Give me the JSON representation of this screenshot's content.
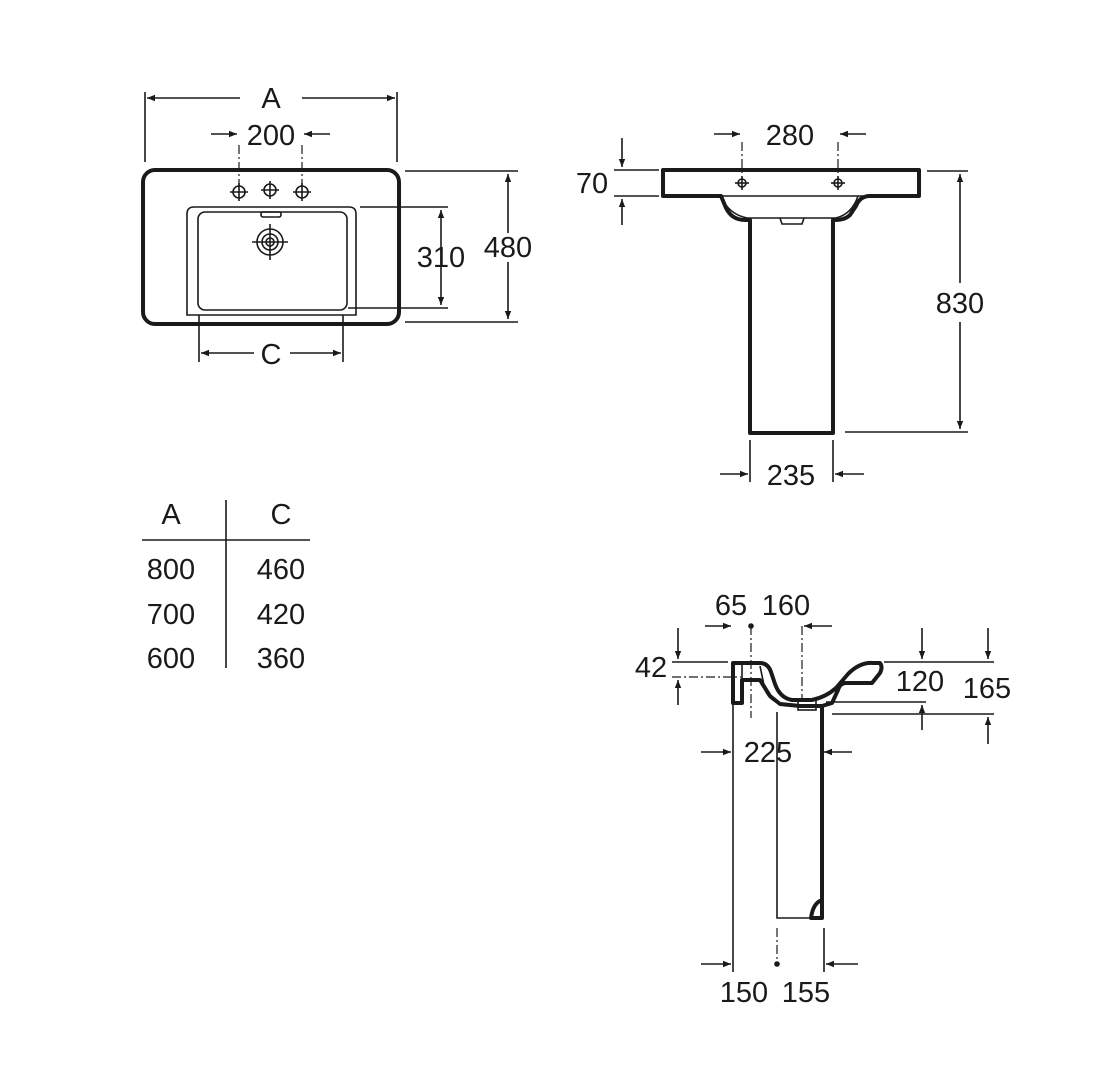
{
  "top_view": {
    "width_label": "A",
    "tap_spacing": "200",
    "bowl_depth": "310",
    "total_depth": "480",
    "bowl_width_label": "C"
  },
  "front_view": {
    "hole_spacing": "280",
    "rim_thickness": "70",
    "total_height": "830",
    "pedestal_width": "235"
  },
  "side_view": {
    "back_offset": "65",
    "drain_offset": "160",
    "rim_height": "42",
    "bowl_height": "120",
    "drain_height": "165",
    "pedestal_depth": "225",
    "base_back": "150",
    "base_front": "155"
  },
  "size_table": {
    "headers": [
      "A",
      "C"
    ],
    "rows": [
      [
        "800",
        "460"
      ],
      [
        "700",
        "420"
      ],
      [
        "600",
        "360"
      ]
    ]
  }
}
